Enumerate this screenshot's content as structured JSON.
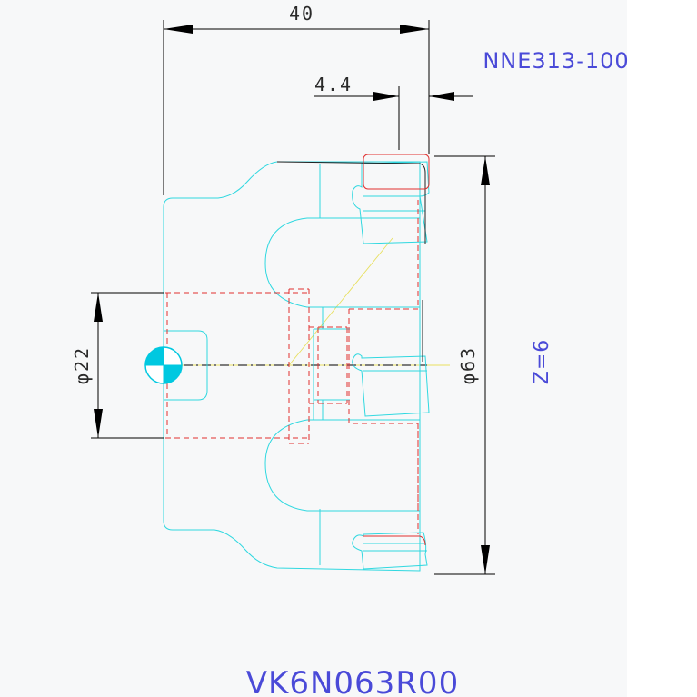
{
  "drawing": {
    "part_number": "NNE313-100",
    "tool_code": "VK6N063R00",
    "teeth_label": "Z=6",
    "dimensions": {
      "overall_length": "40",
      "offset": "4.4",
      "outer_diameter": "φ63",
      "bore_diameter": "φ22"
    }
  },
  "colors": {
    "background": "#f7f8f9",
    "dimension": "#000000",
    "outline": "#30d8e0",
    "hidden": "#e03030",
    "centerline": "#e8e060",
    "annotation": "#4a4ad8",
    "origin_marker": "#00c8e0"
  }
}
